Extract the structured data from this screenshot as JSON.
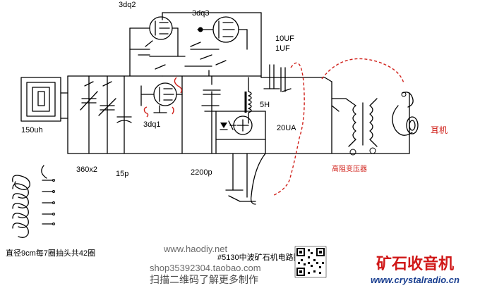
{
  "labels": {
    "tube_2": "3dq2",
    "tube_3": "3dq3",
    "tube_1": "3dq1",
    "cap_10uf": "10UF",
    "cap_1uf": "1UF",
    "choke": "5H",
    "meter": "20UA",
    "coil_150uh": "150uh",
    "cap_360": "360x2",
    "cap_15p": "15p",
    "cap_2200p": "2200p",
    "earphone": "耳机",
    "hv_transformer": "高阻变压器",
    "coil_note": "直径9cm每7圈抽头共42圈",
    "title": "#5130中波矿石机电路图"
  },
  "watermark": {
    "site": "www.haodiy.net",
    "shop": "shop35392304.taobao.com",
    "qr_note": "扫描二维码了解更多制作"
  },
  "logo": {
    "name": "矿石收音机",
    "url": "www.crystalradio.cn"
  },
  "colors": {
    "wire": "#000000",
    "annotation": "#d0201a",
    "logo_red": "#d01818",
    "logo_blue": "#1a3f90"
  }
}
